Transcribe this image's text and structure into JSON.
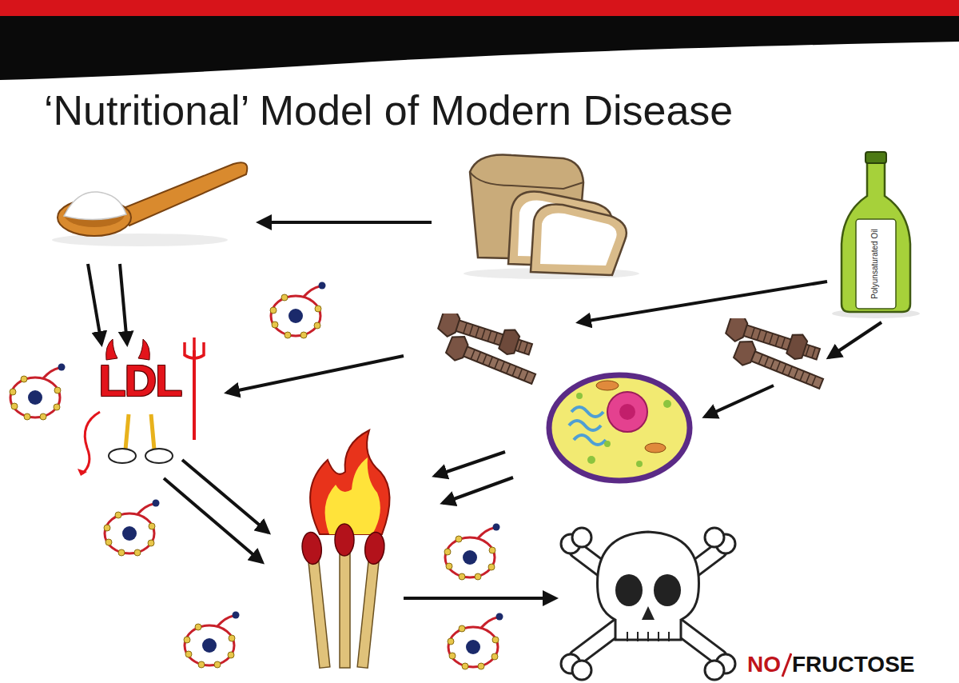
{
  "diagram": {
    "title": "‘Nutritional’ Model of Modern Disease",
    "nodes": [
      {
        "text": [
          "Polyunsaturated Oil"
        ]
      },
      {
        "text": [
          "LDL"
        ]
      }
    ],
    "labels": [
      "NO",
      "FRUCTOSE"
    ]
  }
}
